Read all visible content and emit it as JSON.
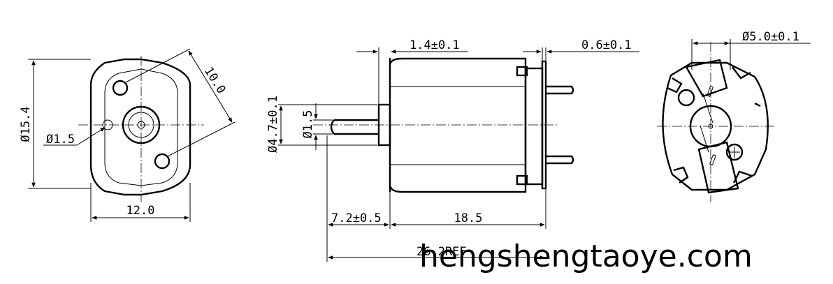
{
  "dimensions": {
    "front_height": "Ø15.4",
    "front_width": "12.0",
    "front_hole_spacing": "10.0",
    "front_hole_dia": "Ø1.5",
    "side_top_left": "1.4±0.1",
    "side_top_right": "0.6±0.1",
    "side_boss_dia": "Ø4.7±0.1",
    "side_shaft_dia": "Ø1.5",
    "side_shaft_len": "7.2±0.5",
    "side_body_len": "18.5",
    "side_total_len": "26.2REF",
    "rear_dia": "Ø5.0±0.1"
  },
  "watermark": "hengshengtaoye.com"
}
